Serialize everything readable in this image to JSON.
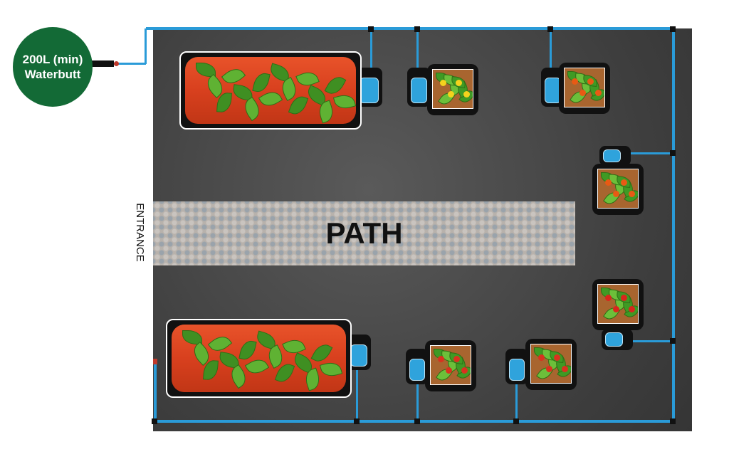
{
  "waterbutt": {
    "line1": "200L (min)",
    "line2": "Waterbutt"
  },
  "path_label": "PATH",
  "entrance_label": "ENTRANCE",
  "colors": {
    "pipe": "#2a9bd8",
    "butt": "#136a36",
    "bag": "#d8401e"
  },
  "beds": [
    {
      "name": "grow-bag-top",
      "plant": "herbs"
    },
    {
      "name": "grow-bag-bottom",
      "plant": "herbs"
    }
  ],
  "pots": [
    {
      "name": "pot-cucumber",
      "plant": "cucumber"
    },
    {
      "name": "pot-pepper-top",
      "plant": "pepper"
    },
    {
      "name": "pot-pepper-right",
      "plant": "pepper"
    },
    {
      "name": "pot-chili-right",
      "plant": "chili"
    },
    {
      "name": "pot-tomato-1",
      "plant": "tomato"
    },
    {
      "name": "pot-tomato-2",
      "plant": "tomato"
    }
  ]
}
